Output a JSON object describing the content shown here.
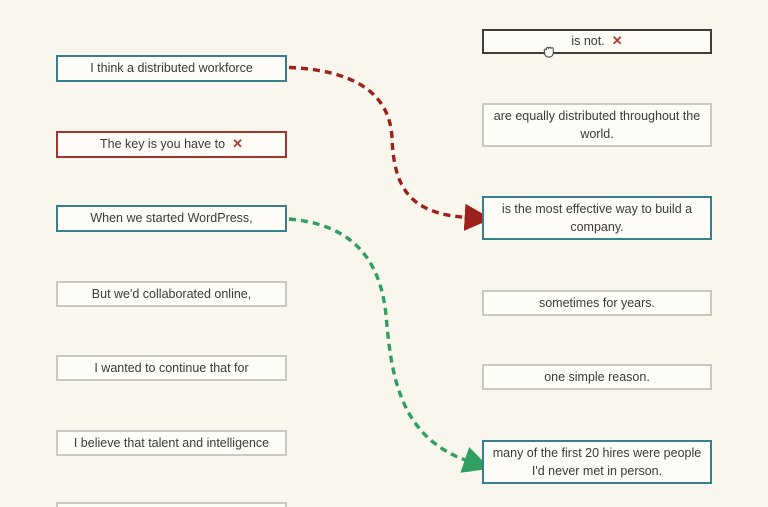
{
  "exercise": {
    "left_items": [
      {
        "label": "I think a distributed workforce",
        "state": "matched-red"
      },
      {
        "label": "The key is you have to",
        "state": "selected-red",
        "has_remove_x": true
      },
      {
        "label": "When we started WordPress,",
        "state": "matched-green"
      },
      {
        "label": "But we'd collaborated online,",
        "state": "default"
      },
      {
        "label": "I wanted to continue that for",
        "state": "default"
      },
      {
        "label": "I believe that talent and intelligence",
        "state": "default"
      },
      {
        "label": "",
        "state": "default-partial"
      }
    ],
    "right_items": [
      {
        "label": "is not.",
        "state": "selected-dark",
        "has_remove_x": true
      },
      {
        "label": "are equally distributed throughout the world.",
        "state": "default"
      },
      {
        "label": "is the most effective way to build a company.",
        "state": "matched-red"
      },
      {
        "label": "sometimes for years.",
        "state": "default"
      },
      {
        "label": "one simple reason.",
        "state": "default"
      },
      {
        "label": "many of the first 20 hires were people I'd never met in person.",
        "state": "matched-green"
      }
    ],
    "matches": [
      {
        "from": "I think a distributed workforce",
        "to": "is the most effective way to build a company.",
        "color": "#9c211d"
      },
      {
        "from": "When we started WordPress,",
        "to": "many of the first 20 hires were people I'd never met in person.",
        "color": "#2f9e60"
      }
    ]
  },
  "icons": {
    "remove_x": "✕",
    "cursor": "grabbing-hand"
  },
  "colors": {
    "background": "#f9f6ee",
    "card_fill": "#fdfcf7",
    "border_default": "#c9c8c2",
    "border_teal": "#36808d",
    "border_red": "#a3332d",
    "border_dark": "#3f3d3a",
    "x_red": "#b23a33",
    "arrow_red": "#9c211d",
    "arrow_green": "#2f9e60",
    "text": "#3a3a3a"
  }
}
